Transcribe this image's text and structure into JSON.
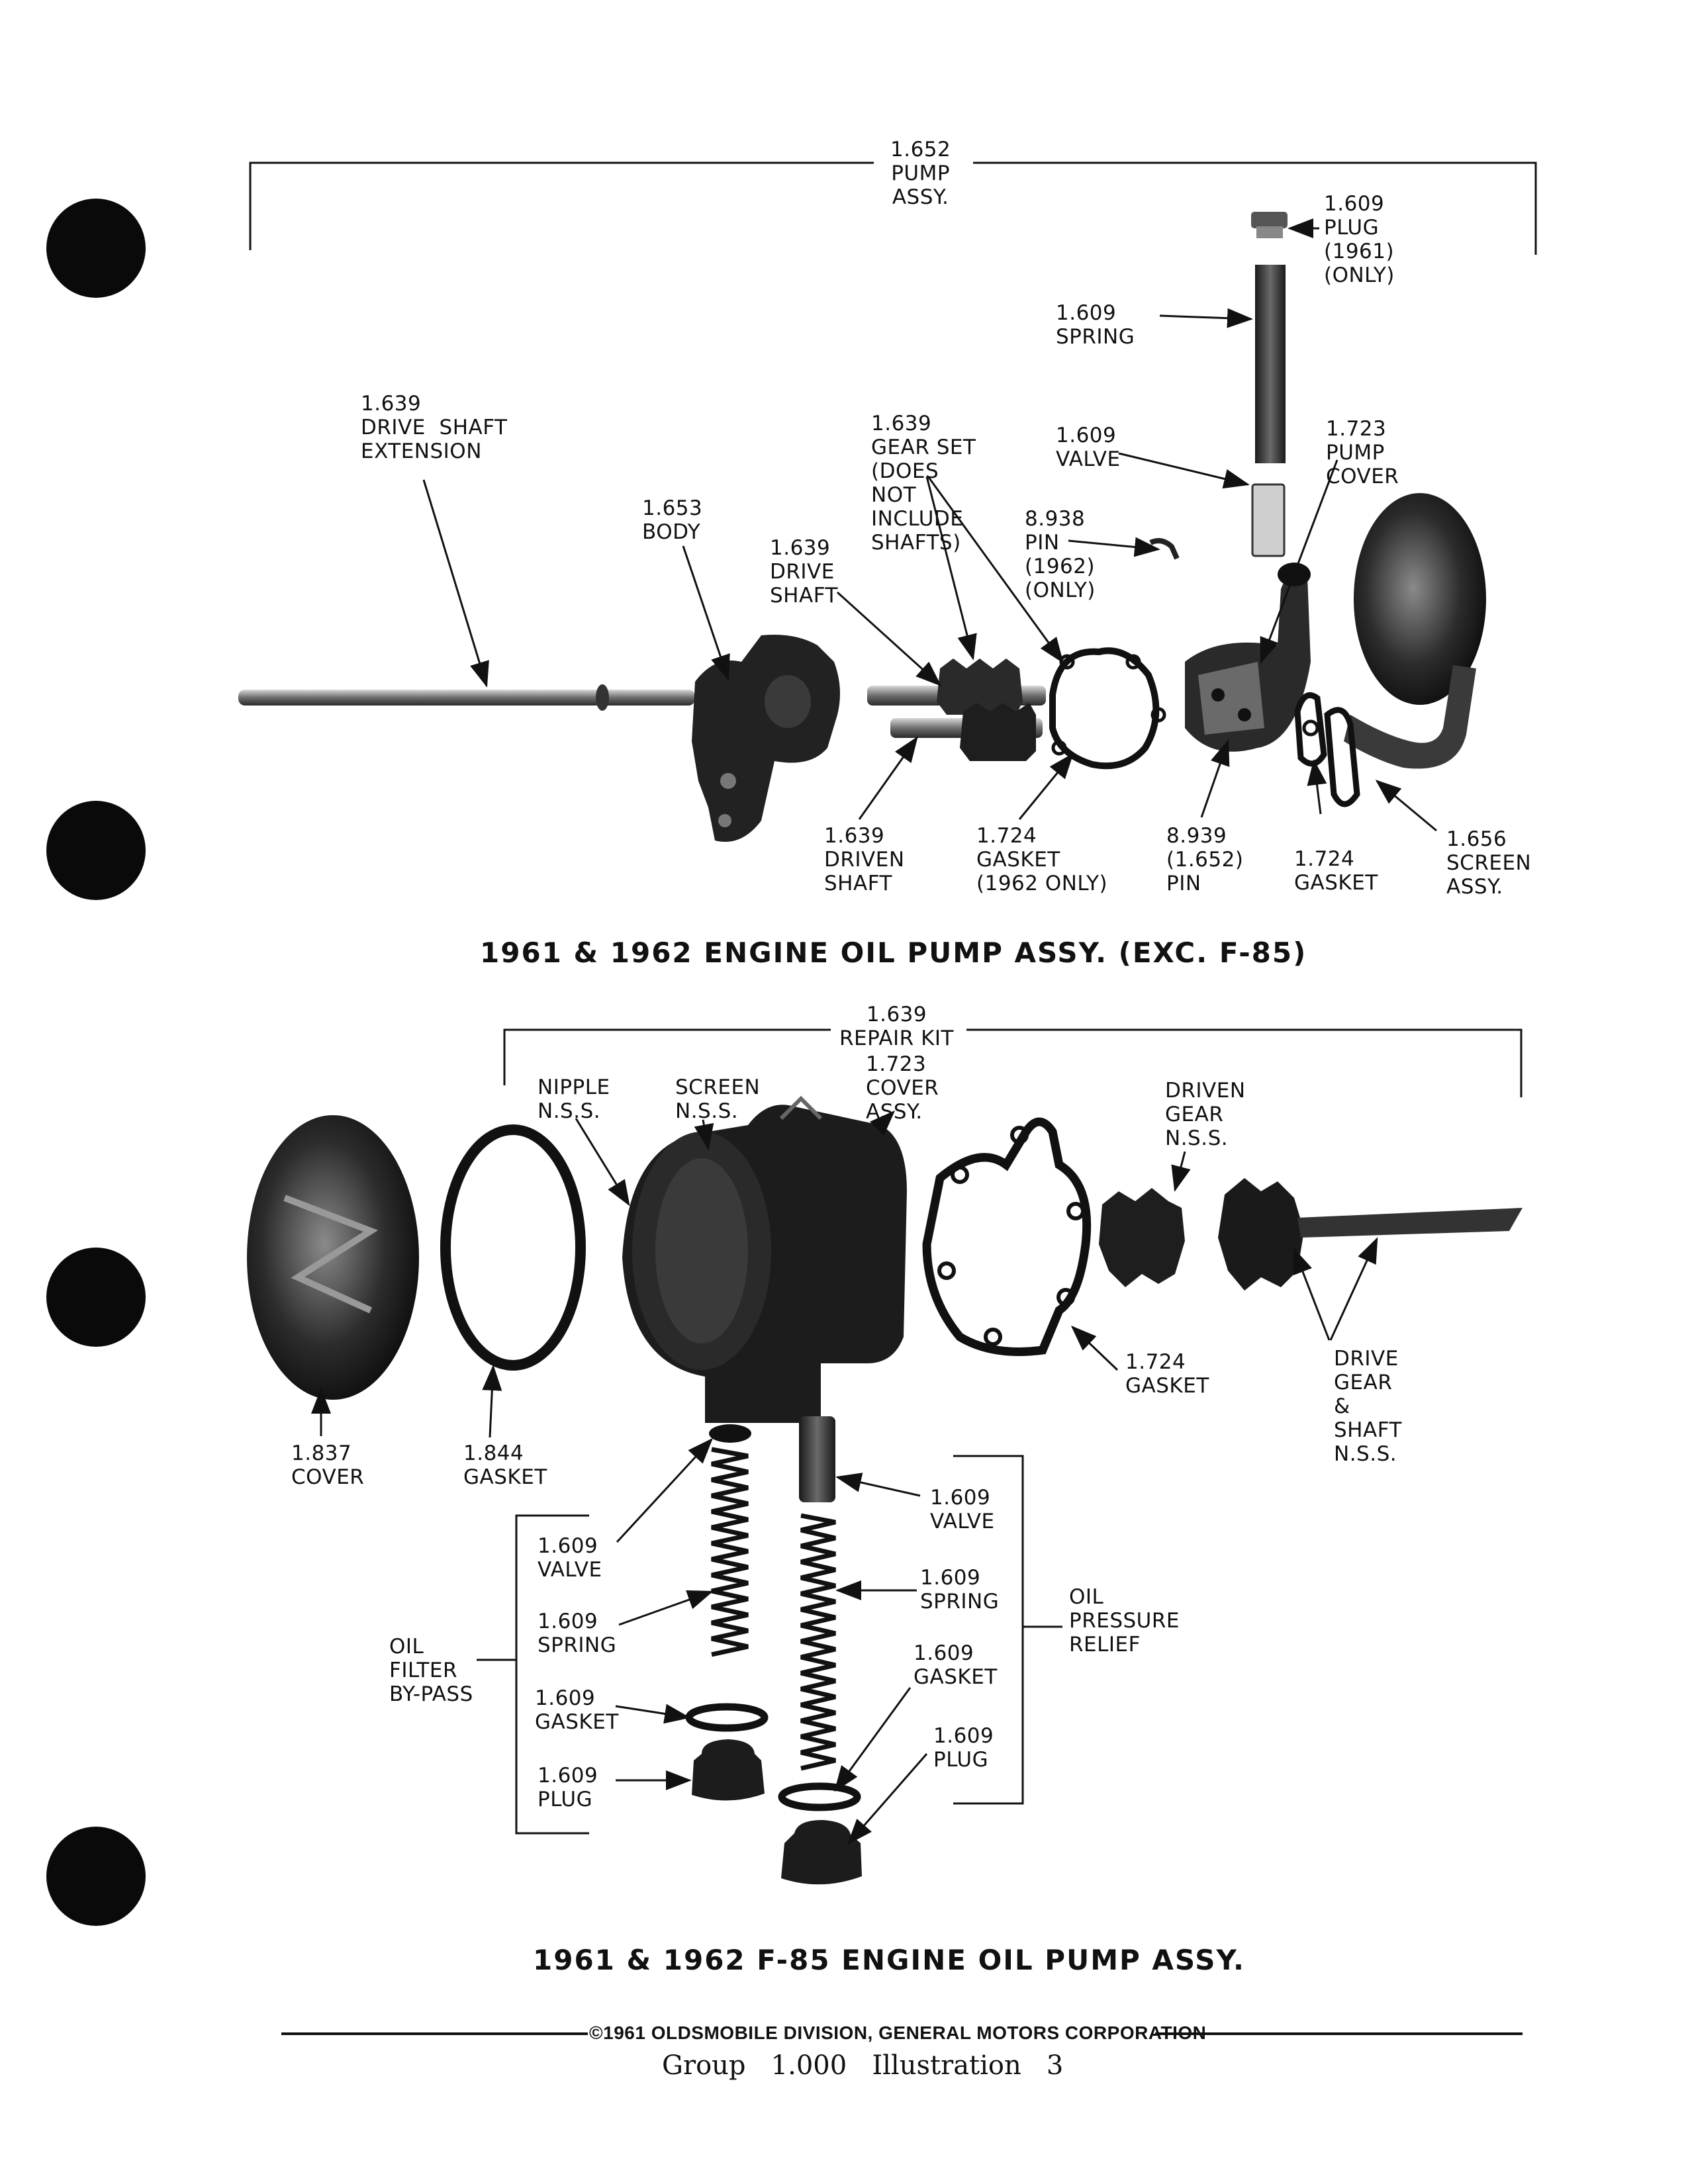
{
  "colors": {
    "ink": "#111111",
    "paper": "#ffffff",
    "part_dark": "#1e1e1e",
    "part_mid": "#555555",
    "part_light": "#9a9a9a"
  },
  "top_diagram": {
    "caption": "1961 & 1962 ENGINE OIL PUMP ASSY. (EXC. F-85)",
    "labels": {
      "pump_assy": "1.652\nPUMP\nASSY.",
      "plug": "1.609\nPLUG\n(1961)\n(ONLY)",
      "spring": "1.609\nSPRING",
      "drive_shaft_extension": "1.639\nDRIVE  SHAFT\nEXTENSION",
      "gear_set": "1.639\nGEAR SET\n(DOES\nNOT\nINCLUDE\nSHAFTS)",
      "valve": "1.609\nVALVE",
      "pump_cover": "1.723\nPUMP\nCOVER",
      "body": "1.653\nBODY",
      "pin_1962": "8.938\nPIN\n(1962)\n(ONLY)",
      "drive_shaft": "1.639\nDRIVE\nSHAFT",
      "driven_shaft": "1.639\nDRIVEN\nSHAFT",
      "gasket_1962": "1.724\nGASKET\n(1962 ONLY)",
      "pin_8939": "8.939\n(1.652)\nPIN",
      "gasket": "1.724\nGASKET",
      "screen_assy": "1.656\nSCREEN\nASSY."
    }
  },
  "bottom_diagram": {
    "caption": "1961 & 1962 F-85 ENGINE OIL PUMP ASSY.",
    "labels": {
      "repair_kit": "1.639\nREPAIR KIT",
      "cover_assy": "1.723\nCOVER\nASSY.",
      "nipple": "NIPPLE\nN.S.S.",
      "screen": "SCREEN\nN.S.S.",
      "driven_gear": "DRIVEN\nGEAR\nN.S.S.",
      "gasket_1724": "1.724\nGASKET",
      "drive_gear_shaft": "DRIVE\nGEAR\n&\nSHAFT\nN.S.S.",
      "cover_1837": "1.837\nCOVER",
      "gasket_1844": "1.844\nGASKET",
      "valve_left": "1.609\nVALVE",
      "spring_left": "1.609\nSPRING",
      "gasket_left": "1.609\nGASKET",
      "plug_left": "1.609\nPLUG",
      "oil_filter_bypass": "OIL\nFILTER\nBY-PASS",
      "valve_right": "1.609\nVALVE",
      "spring_right": "1.609\nSPRING",
      "gasket_right": "1.609\nGASKET",
      "plug_right": "1.609\nPLUG",
      "oil_pressure_relief": "OIL\nPRESSURE\nRELIEF"
    }
  },
  "footer": {
    "copyright": "©1961 OLDSMOBILE DIVISION, GENERAL MOTORS CORPORATION",
    "group_line": "Group   1.000   Illustration   3"
  }
}
